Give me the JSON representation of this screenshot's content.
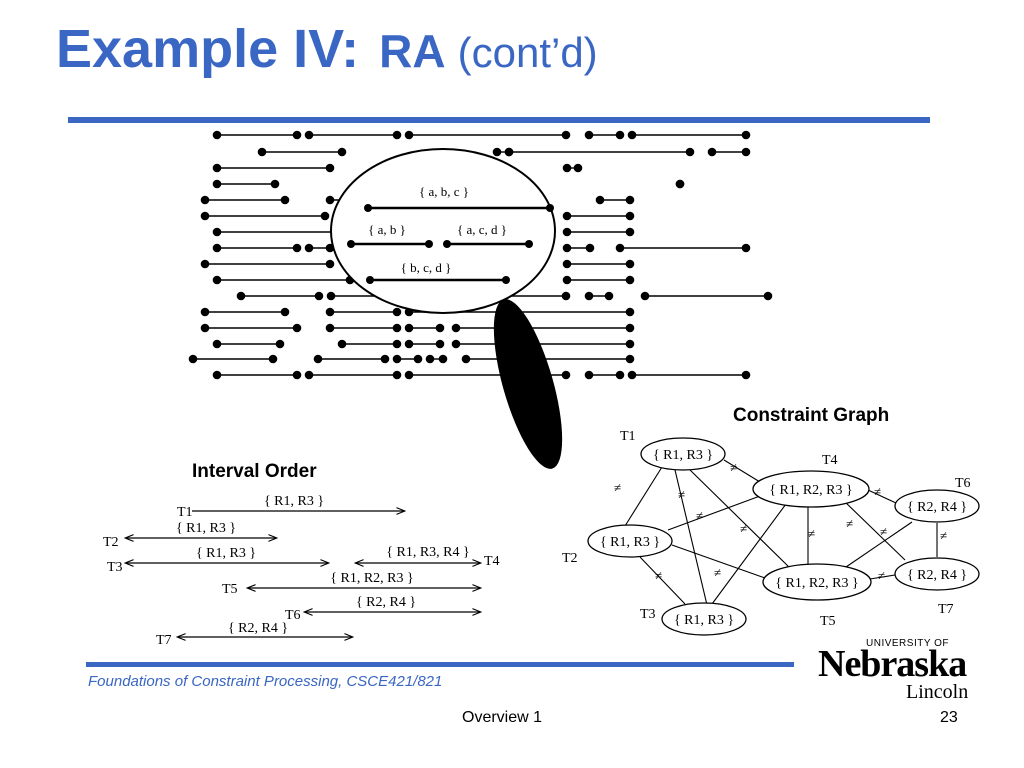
{
  "slide": {
    "title_main": "Example IV:",
    "title_ra": "RA",
    "title_contd": "(cont’d)",
    "footer_course": "Foundations of Constraint Processing, CSCE421/821",
    "footer_center": "Overview 1",
    "page_number": "23"
  },
  "logo": {
    "university_of": "UNIVERSITY OF",
    "nebraska": "Nebraska",
    "lincoln": "Lincoln"
  },
  "colors": {
    "title_blue": "#3a66c4",
    "ink": "#000000"
  },
  "magnifier": {
    "labels": [
      "{ a, b, c }",
      "{ a, b }",
      "{ a, c, d }",
      "{ b, c, d }"
    ]
  },
  "interval_order": {
    "title": "Interval Order",
    "rows": [
      {
        "task": "T1",
        "relations": "{ R1, R3 }"
      },
      {
        "task": "T2",
        "relations": "{ R1, R3 }"
      },
      {
        "task": "T3",
        "relations": "{ R1, R3 }"
      },
      {
        "task": "T4",
        "relations": "{ R1, R3, R4 }"
      },
      {
        "task": "T5",
        "relations": "{ R1, R2, R3 }"
      },
      {
        "task": "T6",
        "relations": "{ R2, R4 }"
      },
      {
        "task": "T7",
        "relations": "{ R2, R4 }"
      }
    ]
  },
  "constraint_graph": {
    "title": "Constraint Graph",
    "neq_symbol": "≠",
    "nodes": [
      {
        "task": "T1",
        "label": "{ R1, R3 }"
      },
      {
        "task": "T2",
        "label": "{ R1, R3 }"
      },
      {
        "task": "T3",
        "label": "{ R1, R3 }"
      },
      {
        "task": "T4",
        "label": "{ R1, R2, R3 }"
      },
      {
        "task": "T5",
        "label": "{ R1, R2, R3 }"
      },
      {
        "task": "T6",
        "label": "{ R2, R4 }"
      },
      {
        "task": "T7",
        "label": "{ R2, R4 }"
      }
    ]
  }
}
